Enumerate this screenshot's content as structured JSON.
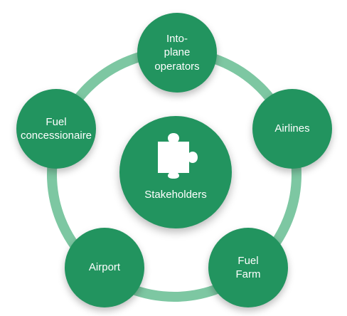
{
  "diagram": {
    "center": {
      "label": "Stakeholders",
      "icon": "puzzle-piece-icon"
    },
    "nodes": [
      {
        "id": "into-plane",
        "label": "Into-\nplane\noperators"
      },
      {
        "id": "airlines",
        "label": "Airlines"
      },
      {
        "id": "fuel-farm",
        "label": "Fuel\nFarm"
      },
      {
        "id": "airport",
        "label": "Airport"
      },
      {
        "id": "fuel-concessionaire",
        "label": "Fuel\nconcessionaire"
      }
    ],
    "colors": {
      "node": "#22945f",
      "ring": "#7dc7a2",
      "text": "#ffffff"
    }
  }
}
